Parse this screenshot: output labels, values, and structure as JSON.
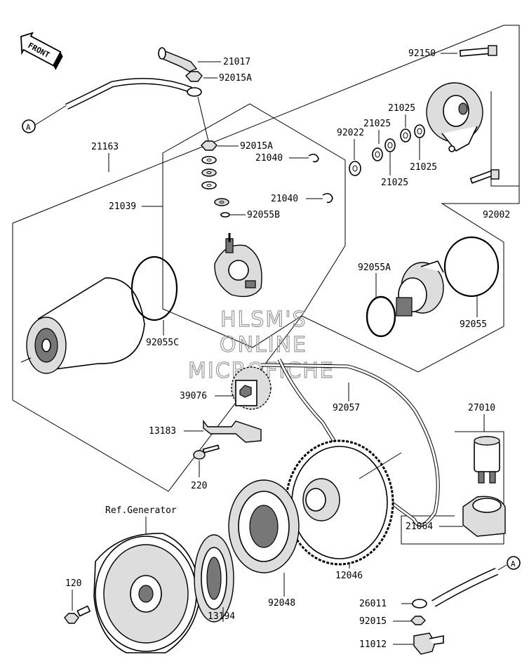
{
  "labels": {
    "front": "FRONT",
    "ref_a": "A",
    "ref_a2": "A",
    "ref_generator": "Ref.Generator",
    "p21017": "21017",
    "p92015a_1": "92015A",
    "p21163": "21163",
    "p92015a_2": "92015A",
    "p21040_1": "21040",
    "p21039": "21039",
    "p21040_2": "21040",
    "p92055b": "92055B",
    "p92150": "92150",
    "p92022": "92022",
    "p21025_1": "21025",
    "p21025_2": "21025",
    "p21025_3": "21025",
    "p21025_4": "21025",
    "p92002": "92002",
    "p92055a": "92055A",
    "p92055": "92055",
    "p92055c": "92055C",
    "p39076": "39076",
    "p92057": "92057",
    "p27010": "27010",
    "p13183": "13183",
    "p220": "220",
    "p21064": "21064",
    "p12046": "12046",
    "p92048": "92048",
    "p120": "120",
    "p13194": "13194",
    "p26011": "26011",
    "p92015": "92015",
    "p11012": "11012"
  },
  "watermark": {
    "line1": "HLSM'S",
    "line2": "ONLINE",
    "line3": "MICROFICHE"
  },
  "colors": {
    "ink": "#000000",
    "watermark": "#999999",
    "background": "#ffffff"
  }
}
